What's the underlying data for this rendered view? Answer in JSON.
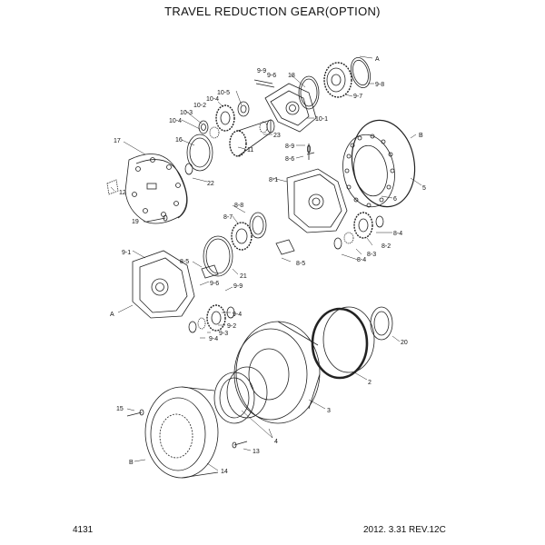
{
  "title": "TRAVEL REDUCTION GEAR(OPTION)",
  "page_number": "4131",
  "revision": "2012. 3.31  REV.12C",
  "callouts": {
    "p9_9a": "9-9",
    "p9_6a": "9-6",
    "p18": "18",
    "pA1": "A",
    "p9_8": "9-8",
    "p9_7": "9-7",
    "p10_5": "10-5",
    "p10_4a": "10-4",
    "p10_2": "10-2",
    "p10_3": "10-3",
    "p10_4b": "10-4",
    "p10_1": "10-1",
    "p23": "23",
    "p17": "17",
    "p16": "16",
    "p11": "11",
    "pB1": "B",
    "p8_9": "8-9",
    "p8_6": "8-6",
    "p22": "22",
    "p12": "12",
    "p8_1": "8-1",
    "p6": "6",
    "p5": "5",
    "p8_8": "8-8",
    "p8_7": "8-7",
    "p19": "19",
    "p8_4a": "8-4",
    "p8_2": "8-2",
    "p8_3": "8-3",
    "p8_4b": "8-4",
    "p9_1": "9-1",
    "p8_5a": "8-5",
    "p21": "21",
    "p8_5b": "8-5",
    "p9_6b": "9-6",
    "p9_9b": "9-9",
    "pA2": "A",
    "p9_4a": "9-4",
    "p9_2": "9-2",
    "p9_3": "9-3",
    "p9_4b": "9-4",
    "p20": "20",
    "p2": "2",
    "p3": "3",
    "p15": "15",
    "p4": "4",
    "p13": "13",
    "pB2": "B",
    "p14": "14"
  }
}
